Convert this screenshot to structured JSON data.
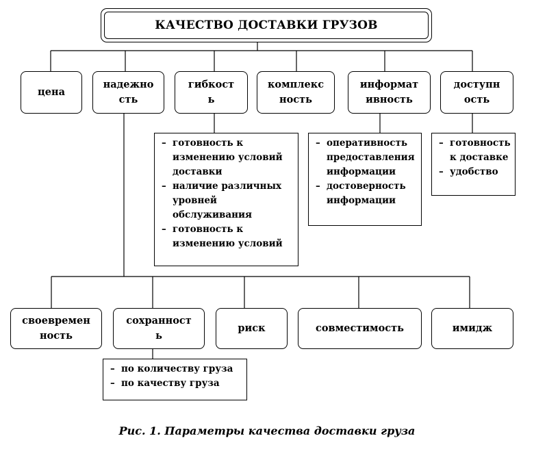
{
  "title": "КАЧЕСТВО ДОСТАВКИ ГРУЗОВ",
  "top_nodes": [
    {
      "id": "price",
      "lines": [
        "цена"
      ]
    },
    {
      "id": "reliability",
      "lines": [
        "надежно",
        "сть"
      ]
    },
    {
      "id": "flexibility",
      "lines": [
        "гибкост",
        "ь"
      ]
    },
    {
      "id": "complexity",
      "lines": [
        "комплекс",
        "ность"
      ]
    },
    {
      "id": "informativeness",
      "lines": [
        "информат",
        "ивность"
      ]
    },
    {
      "id": "accessibility",
      "lines": [
        "доступн",
        "ость"
      ]
    }
  ],
  "flexibility_details": [
    "готовность к изменению условий доставки",
    "наличие различных уровней обслуживания",
    "готовность к изменению условий"
  ],
  "informativeness_details": [
    "оперативность предоставления информации",
    "достоверность информации"
  ],
  "accessibility_details": [
    "готовность к доставке",
    "удобство"
  ],
  "bottom_nodes": [
    {
      "id": "timeliness",
      "lines": [
        "своевремен",
        "ность"
      ]
    },
    {
      "id": "safety",
      "lines": [
        "сохранност",
        "ь"
      ]
    },
    {
      "id": "risk",
      "lines": [
        "риск"
      ]
    },
    {
      "id": "compatibility",
      "lines": [
        "совместимость"
      ]
    },
    {
      "id": "image",
      "lines": [
        "имидж"
      ]
    }
  ],
  "safety_details": [
    "по количеству груза",
    "по качеству груза"
  ],
  "caption": "Рис. 1. Параметры качества доставки груза"
}
